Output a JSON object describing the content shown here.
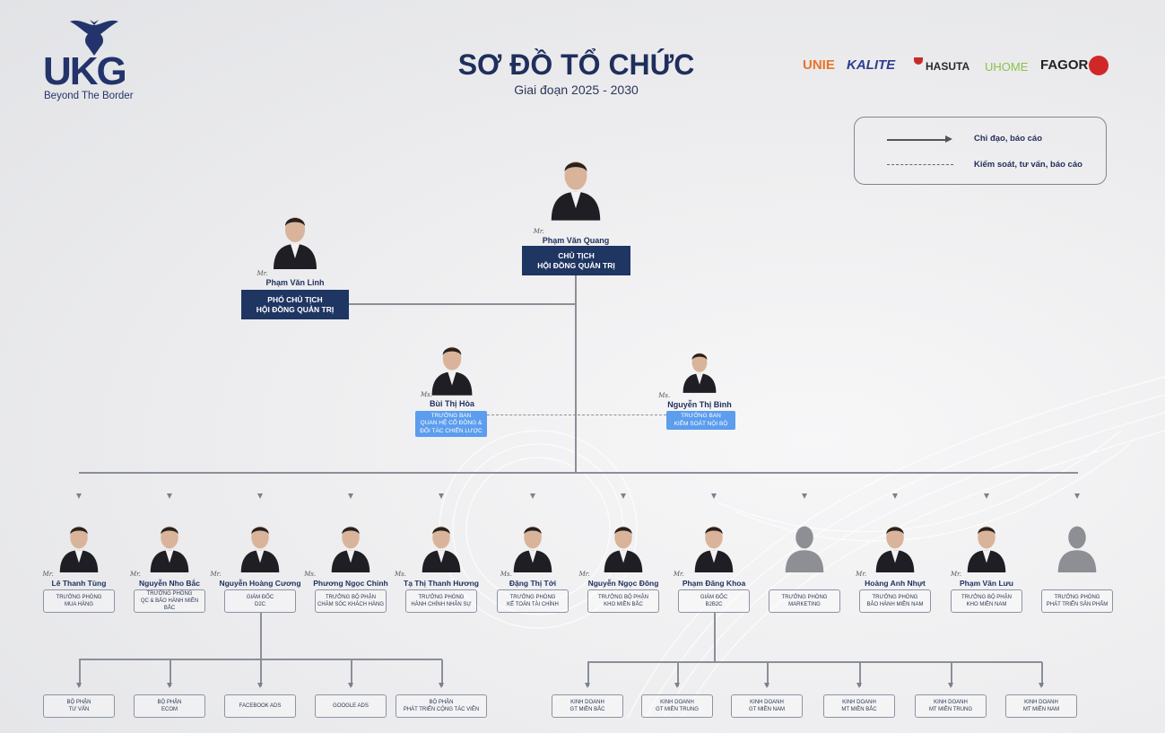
{
  "header": {
    "logo": "UKG",
    "tagline": "Beyond The Border",
    "title": "SƠ ĐỒ TỔ CHỨC",
    "subtitle": "Giai đoạn 2025 - 2030"
  },
  "brands": [
    {
      "name": "UNIE",
      "color": "#e8742a"
    },
    {
      "name": "KALITE",
      "color": "#2c3f8f"
    },
    {
      "name": "HASUTA",
      "color": "#2a2a2a"
    },
    {
      "name": "UHOME",
      "color": "#8cc04a"
    },
    {
      "name": "FAGOR",
      "color": "#222222"
    }
  ],
  "legend": {
    "solid": "Chỉ đạo, báo cáo",
    "dashed": "Kiểm soát, tư vấn, báo cáo"
  },
  "colors": {
    "navy": "#1f3562",
    "blue": "#5c9ded"
  },
  "leaders": {
    "chairman": {
      "honorific": "Mr.",
      "name": "Phạm Văn Quang",
      "role": "CHỦ TỊCH\nHỘI ĐỒNG QUẢN TRỊ"
    },
    "vice": {
      "honorific": "Mr.",
      "name": "Phạm Văn Linh",
      "role": "PHÓ CHỦ TỊCH\nHỘI ĐỒNG QUẢN TRỊ"
    },
    "advisor1": {
      "honorific": "Ms.",
      "name": "Bùi Thị Hòa",
      "role": "TRƯỞNG BAN\nQUAN HỆ CỔ ĐÔNG &\nĐỐI TÁC CHIẾN LƯỢC"
    },
    "advisor2": {
      "honorific": "Ms.",
      "name": "Nguyễn Thị Bình",
      "role": "TRƯỞNG BAN\nKIỂM SOÁT NỘI BỘ"
    }
  },
  "managers": [
    {
      "honorific": "Mr.",
      "name": "Lê Thanh Tùng",
      "role": "TRƯỞNG PHÒNG\nMUA HÀNG",
      "photo": "person"
    },
    {
      "honorific": "Mr.",
      "name": "Nguyễn Nho Bắc",
      "role": "TRƯỞNG PHÒNG\nQC & BẢO HÀNH MIỀN BẮC",
      "photo": "person"
    },
    {
      "honorific": "Mr.",
      "name": "Nguyễn Hoàng Cương",
      "role": "GIÁM ĐỐC\nD2C",
      "photo": "person"
    },
    {
      "honorific": "Ms.",
      "name": "Phương Ngọc Chinh",
      "role": "TRƯỞNG BỘ PHẬN\nCHĂM SÓC KHÁCH HÀNG",
      "photo": "person"
    },
    {
      "honorific": "Ms.",
      "name": "Tạ Thị Thanh Hương",
      "role": "TRƯỞNG PHÒNG\nHÀNH CHÍNH NHÂN SỰ",
      "photo": "person"
    },
    {
      "honorific": "Ms.",
      "name": "Đặng Thị Tới",
      "role": "TRƯỞNG PHÒNG\nKẾ TOÁN TÀI CHÍNH",
      "photo": "person"
    },
    {
      "honorific": "Mr.",
      "name": "Nguyễn Ngọc Đông",
      "role": "TRƯỞNG BỘ PHẬN\nKHO MIỀN BẮC",
      "photo": "person"
    },
    {
      "honorific": "Mr.",
      "name": "Phạm Đăng Khoa",
      "role": "GIÁM ĐỐC\nB2B2C",
      "photo": "person"
    },
    {
      "honorific": "",
      "name": "",
      "role": "TRƯỞNG PHÒNG\nMARKETING",
      "photo": "silhouette"
    },
    {
      "honorific": "Mr.",
      "name": "Hoàng Anh Nhựt",
      "role": "TRƯỞNG PHÒNG\nBẢO HÀNH MIỀN NAM",
      "photo": "person"
    },
    {
      "honorific": "Mr.",
      "name": "Phạm Văn Lưu",
      "role": "TRƯỞNG BỘ PHẬN\nKHO MIỀN NAM",
      "photo": "person"
    },
    {
      "honorific": "",
      "name": "",
      "role": "TRƯỞNG PHÒNG\nPHÁT TRIỂN SẢN PHẨM",
      "photo": "silhouette"
    }
  ],
  "d2c_units": [
    "BỘ PHẬN\nTƯ VẤN",
    "BỘ PHẬN\nECOM",
    "FACEBOOK ADS",
    "GOOGLE ADS",
    "BỘ PHẬN\nPHÁT TRIỂN CỘNG TÁC VIÊN"
  ],
  "b2b2c_units": [
    "KINH DOANH\nGT MIỀN BẮC",
    "KINH DOANH\nGT MIỀN TRUNG",
    "KINH DOANH\nGT MIỀN NAM",
    "KINH DOANH\nMT MIỀN BẮC",
    "KINH DOANH\nMT MIỀN TRUNG",
    "KINH DOANH\nMT MIỀN NAM"
  ]
}
